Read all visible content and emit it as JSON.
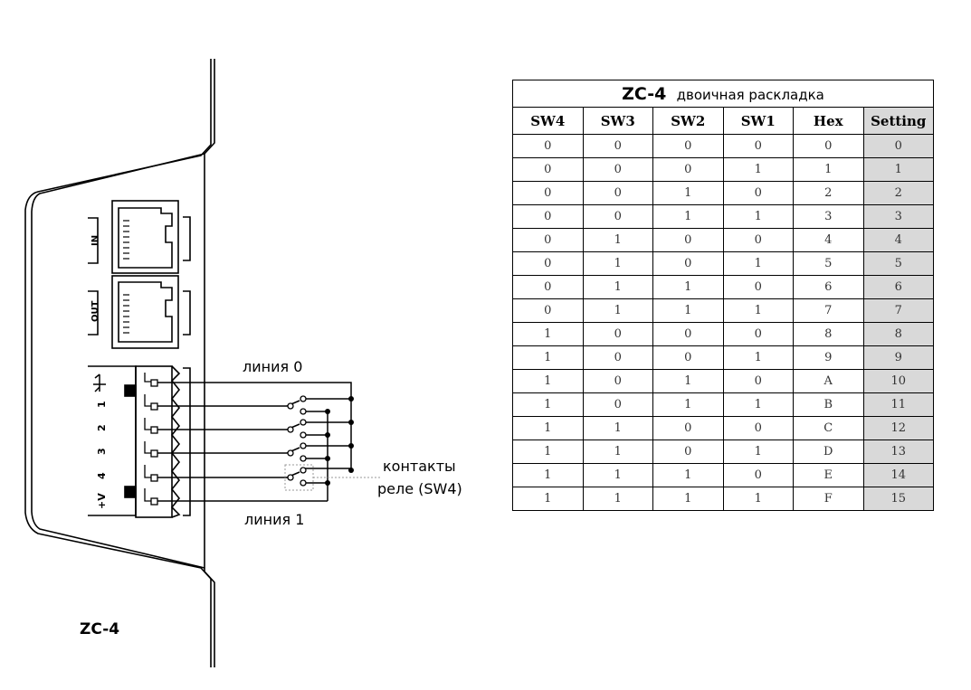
{
  "device": {
    "name": "ZC-4",
    "port_in": "IN",
    "port_out": "OUT",
    "terminals": [
      "+V",
      "4",
      "3",
      "2",
      "1",
      "ground"
    ]
  },
  "labels": {
    "line0": "линия 0",
    "line1": "линия 1",
    "relay_line1": "контакты",
    "relay_line2": "реле (SW4)"
  },
  "table": {
    "title_model": "ZC-4",
    "title_text": "двоичная раскладка",
    "headers": [
      "SW4",
      "SW3",
      "SW2",
      "SW1",
      "Hex",
      "Setting"
    ],
    "rows": [
      [
        "0",
        "0",
        "0",
        "0",
        "0",
        "0"
      ],
      [
        "0",
        "0",
        "0",
        "1",
        "1",
        "1"
      ],
      [
        "0",
        "0",
        "1",
        "0",
        "2",
        "2"
      ],
      [
        "0",
        "0",
        "1",
        "1",
        "3",
        "3"
      ],
      [
        "0",
        "1",
        "0",
        "0",
        "4",
        "4"
      ],
      [
        "0",
        "1",
        "0",
        "1",
        "5",
        "5"
      ],
      [
        "0",
        "1",
        "1",
        "0",
        "6",
        "6"
      ],
      [
        "0",
        "1",
        "1",
        "1",
        "7",
        "7"
      ],
      [
        "1",
        "0",
        "0",
        "0",
        "8",
        "8"
      ],
      [
        "1",
        "0",
        "0",
        "1",
        "9",
        "9"
      ],
      [
        "1",
        "0",
        "1",
        "0",
        "A",
        "10"
      ],
      [
        "1",
        "0",
        "1",
        "1",
        "B",
        "11"
      ],
      [
        "1",
        "1",
        "0",
        "0",
        "C",
        "12"
      ],
      [
        "1",
        "1",
        "0",
        "1",
        "D",
        "13"
      ],
      [
        "1",
        "1",
        "1",
        "0",
        "E",
        "14"
      ],
      [
        "1",
        "1",
        "1",
        "1",
        "F",
        "15"
      ]
    ]
  }
}
